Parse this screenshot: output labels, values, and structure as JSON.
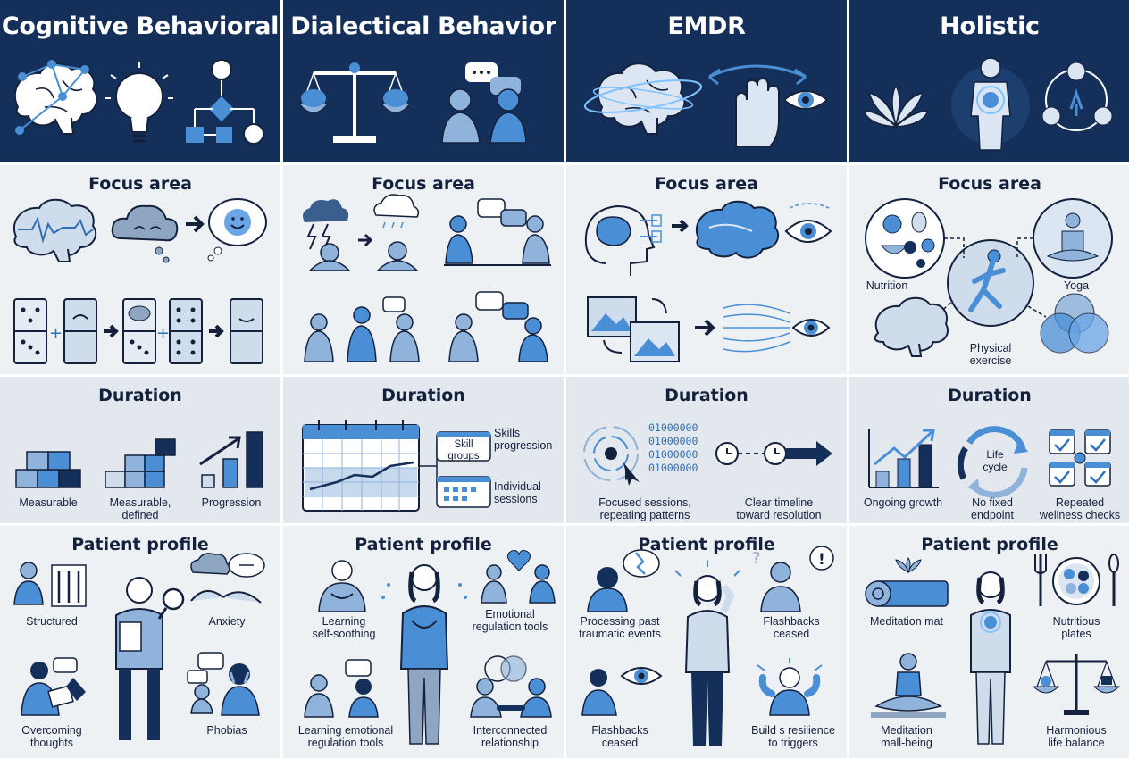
{
  "columns": [
    {
      "id": "cbt",
      "title": "Cognitive Behavioral",
      "focus_title": "Focus area",
      "duration_title": "Duration",
      "duration_labels": [
        "Measurable",
        "Measurable,\ndefined",
        "Progression"
      ],
      "profile_title": "Patient profile",
      "profile_labels": [
        "Structured",
        "Anxiety",
        "Overcoming\nthoughts",
        "Phobias"
      ]
    },
    {
      "id": "dbt",
      "title": "Dialectical Behavior",
      "focus_title": "Focus area",
      "duration_title": "Duration",
      "duration_labels": [
        "Skill\ngroups",
        "Skills\nprogression",
        "Individual\nsessions"
      ],
      "profile_title": "Patient profile",
      "profile_labels": [
        "Learning\nself-soothing",
        "Emotional\nregulation tools",
        "Learning emotional\nregulation tools",
        "Interconnected\nrelationship"
      ]
    },
    {
      "id": "emdr",
      "title": "EMDR",
      "focus_title": "Focus area",
      "duration_title": "Duration",
      "duration_binary": "01000000\n01000000\n01000000\n01000000",
      "duration_labels": [
        "Focused sessions,\nrepeating patterns",
        "Clear timeline\ntoward resolution"
      ],
      "profile_title": "Patient profile",
      "profile_labels": [
        "Processing past\ntraumatic events",
        "Flashbacks\nceased",
        "Flashbacks\nceased",
        "Build s resilience\nto triggers"
      ]
    },
    {
      "id": "holistic",
      "title": "Holistic",
      "focus_title": "Focus area",
      "focus_labels": [
        "Nutrition",
        "Yoga",
        "Physical\nexercise"
      ],
      "duration_title": "Duration",
      "duration_cycle": "Life\ncycle",
      "duration_labels": [
        "Ongoing growth",
        "No fixed\nendpoint",
        "Repeated\nwellness checks"
      ],
      "profile_title": "Patient profile",
      "profile_labels": [
        "Meditation mat",
        "Nutritious\nplates",
        "Meditation\nmall-being",
        "Harmonious\nlife balance"
      ]
    }
  ],
  "colors": {
    "header_bg": "#14305a",
    "panel_bg": "#eef1f4",
    "duration_bg": "#e3e8ee",
    "accent_blue": "#4a8fd6",
    "dark_navy": "#1a3560",
    "mid_blue": "#8fb3db"
  },
  "icons": [
    "brain-icon",
    "lightbulb-icon",
    "flowchart-icon",
    "scale-icon",
    "conversation-icon",
    "eye-icon",
    "hand-icon",
    "lotus-icon",
    "body-glow-icon",
    "cycle-icon",
    "calendar-icon",
    "bar-chart-icon",
    "clock-timeline-icon",
    "person-icon"
  ]
}
